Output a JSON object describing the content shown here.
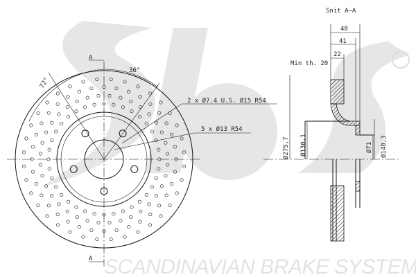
{
  "logo": {
    "text": "sbs",
    "registered_mark": "®",
    "tagline": "SCANDINAVIAN BRAKE SYSTEMS"
  },
  "front_view": {
    "section_marker_top": "A",
    "section_marker_bottom": "A",
    "angle_1": "36°",
    "angle_2": "72°",
    "callout_1": "2 x Ø7.4  U.S. Ø15  R54",
    "callout_2": "5 x Ø13  R54"
  },
  "section_view": {
    "title": "Snit A–A",
    "dim_48": "48",
    "dim_41": "41",
    "dim_22": "22",
    "min_thickness": "Min th. 20",
    "dia_outer": "Ø275,7",
    "dia_hat": "Ø130,1",
    "dia_center": "Ø71",
    "dia_hat_outer": "Ø140,3"
  }
}
